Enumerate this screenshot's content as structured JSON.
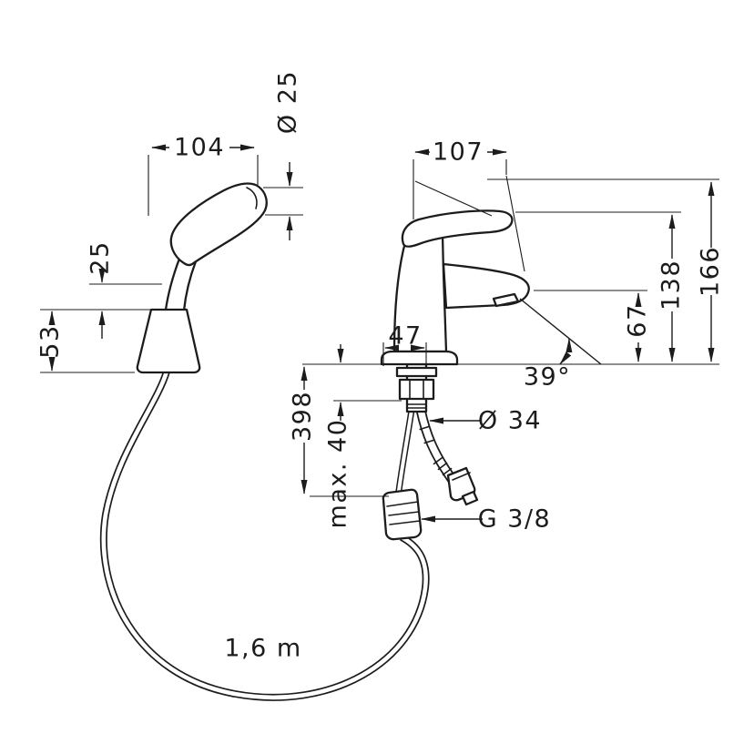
{
  "drawing": {
    "type": "technical-dimension-drawing",
    "subject": "basin mixer faucet with hand shower and hose",
    "colors": {
      "line": "#1c1c1c",
      "background": "#ffffff"
    },
    "labels": {
      "d104": "104",
      "d25dia": "Ø 25",
      "d25": "25",
      "d53": "53",
      "d107": "107",
      "d166": "166",
      "d138": "138",
      "d67": "67",
      "d47": "47",
      "d39": "39°",
      "d398": "398",
      "dmax40": "max. 40",
      "d34dia": "Ø 34",
      "dg38": "G 3/8",
      "dhose": "1,6 m"
    }
  }
}
